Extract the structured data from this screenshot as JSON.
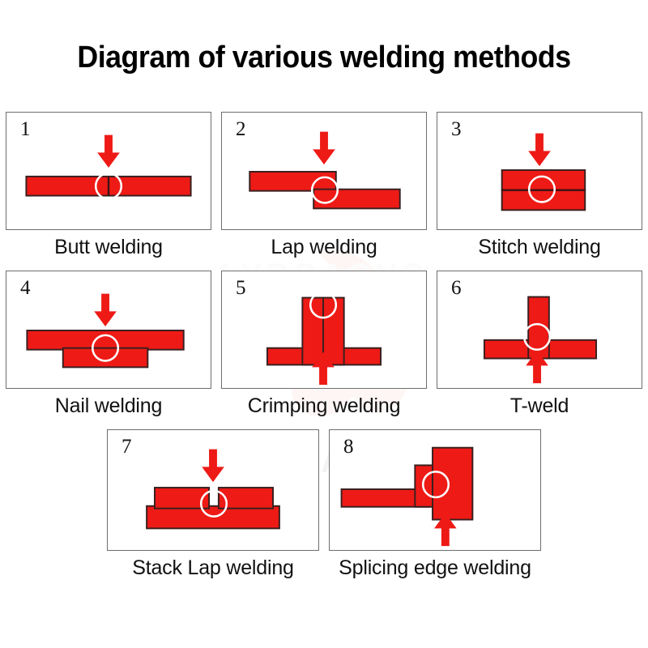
{
  "title": "Diagram of various welding methods",
  "colors": {
    "steel_red": "#ee1a16",
    "outline": "#3a2020",
    "panel_border": "#6e6e6e",
    "circle": "#ffffff",
    "arrow": "#ee1a16",
    "background": "#ffffff",
    "watermark": "#f4f4f4"
  },
  "watermark": {
    "brand": "LYBGACNC",
    "brand_upper": "LYBGACNC",
    "flower_icon": "flower-watermark-icon"
  },
  "rows": [
    {
      "panels": [
        {
          "number": "1",
          "caption": "Butt welding",
          "arrow": "down",
          "icon": "butt-weld-icon"
        },
        {
          "number": "2",
          "caption": "Lap welding",
          "arrow": "down",
          "icon": "lap-weld-icon"
        },
        {
          "number": "3",
          "caption": "Stitch welding",
          "arrow": "down",
          "icon": "stitch-weld-icon"
        }
      ]
    },
    {
      "panels": [
        {
          "number": "4",
          "caption": "Nail welding",
          "arrow": "down",
          "icon": "nail-weld-icon"
        },
        {
          "number": "5",
          "caption": "Crimping welding",
          "arrow": "up",
          "icon": "crimping-weld-icon"
        },
        {
          "number": "6",
          "caption": "T-weld",
          "arrow": "up",
          "icon": "t-weld-icon"
        }
      ]
    },
    {
      "panels": [
        {
          "number": "7",
          "caption": "Stack Lap welding",
          "arrow": "down",
          "icon": "stack-lap-weld-icon"
        },
        {
          "number": "8",
          "caption": "Splicing edge welding",
          "arrow": "up",
          "icon": "splicing-edge-weld-icon"
        }
      ]
    }
  ]
}
